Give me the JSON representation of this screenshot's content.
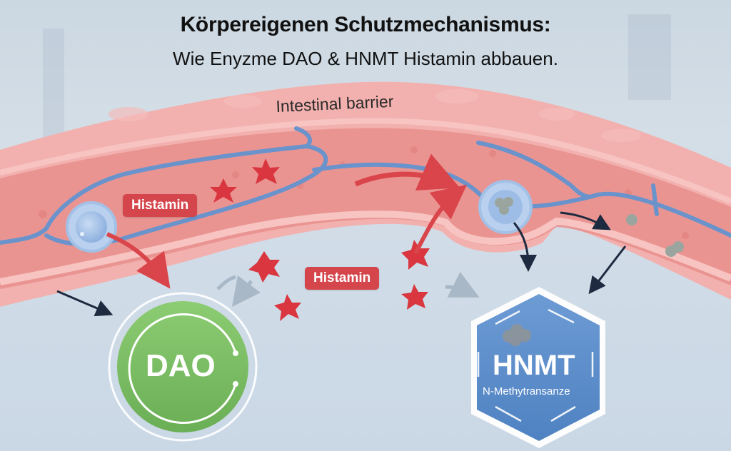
{
  "header": {
    "title": "Körpereigenen Schutzmechanismus:",
    "subtitle": "Wie Enyzme DAO & HNMT Histamin abbauen."
  },
  "diagram": {
    "barrier_label": "Intestinal barrier",
    "histamine_labels": [
      "Histamin",
      "Histamin"
    ],
    "enzymes": {
      "dao": {
        "label": "DAO",
        "color": "#7cbf64"
      },
      "hnmt": {
        "label": "HNMT",
        "sublabel": "N-Methytransanze",
        "color": "#5d8fcb"
      }
    },
    "colors": {
      "tissue": "#f0a8a6",
      "vessel": "#6a93cc",
      "histamine_star": "#d9363f",
      "arrow_dark": "#1e2a3f",
      "arrow_red": "#d9454a",
      "arrow_grey": "#a9b8c6"
    }
  }
}
